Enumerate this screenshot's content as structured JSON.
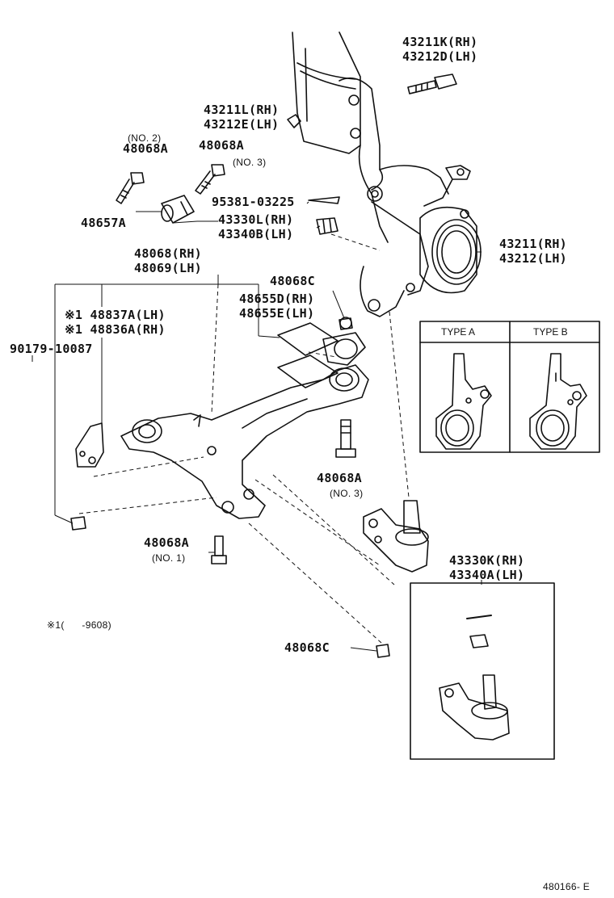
{
  "labels": {
    "p43211k": "43211K(RH)",
    "p43212d": "43212D(LH)",
    "p43211l": "43211L(RH)",
    "p43212e": "43212E(LH)",
    "no2": "(NO. 2)",
    "p48068a_left": "48068A",
    "p48068a_mid": "48068A",
    "no3_top": "(NO. 3)",
    "p95381": "95381-03225",
    "p48657a": "48657A",
    "p43330l": "43330L(RH)",
    "p43340b": "43340B(LH)",
    "p43211": "43211(RH)",
    "p43212": "43212(LH)",
    "p48068": "48068(RH)",
    "p48069": "48069(LH)",
    "p48068c_top": "48068C",
    "p48655d": "48655D(RH)",
    "p48655e": "48655E(LH)",
    "p48837a": "※1 48837A(LH)",
    "p48836a": "※1 48836A(RH)",
    "p90179": "90179-10087",
    "p48068a_right": "48068A",
    "no3_right": "(NO. 3)",
    "p48068a_bottom": "48068A",
    "no1": "(NO. 1)",
    "p43330k": "43330K(RH)",
    "p43340a": "43340A(LH)",
    "note1": "※1(      -9608)",
    "p48068c_bottom": "48068C",
    "figure_id": "480166- E"
  },
  "type_box": {
    "type_a": "TYPE A",
    "type_b": "TYPE B"
  }
}
